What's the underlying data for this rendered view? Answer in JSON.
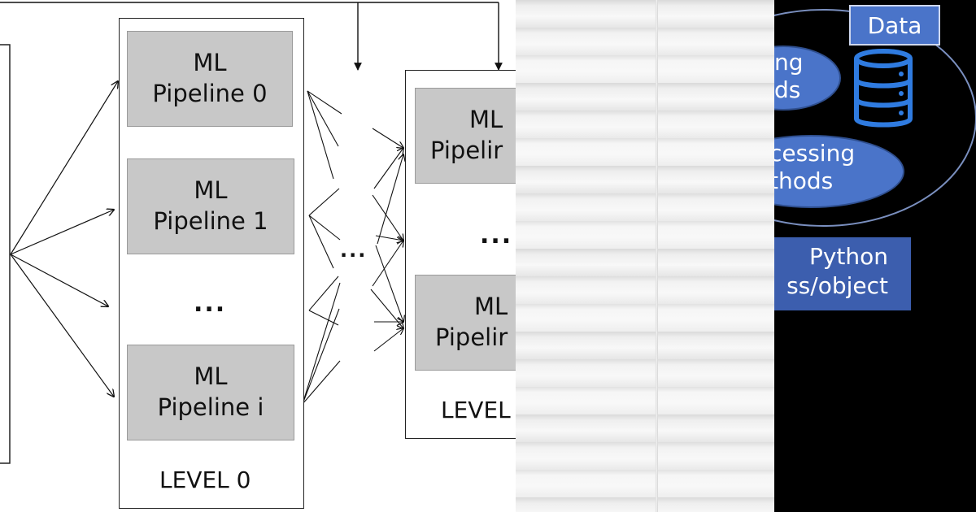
{
  "diagram": {
    "level0": {
      "label": "LEVEL 0",
      "pipelines": [
        "ML\nPipeline 0",
        "ML\nPipeline 1",
        "ML\nPipeline i"
      ],
      "ellipsis": "..."
    },
    "level1": {
      "label": "LEVEL",
      "pipelines": [
        "ML\nPipelir",
        "ML\nPipelir"
      ],
      "ellipsis": "..."
    },
    "between_ellipsis": "..."
  },
  "right_panel": {
    "data_label": "Data",
    "blob1_text": "ng\nds",
    "blob2_text": "cessing\nthods",
    "python_text": "Python\nss/object",
    "colors": {
      "background": "#000000",
      "blob": "#4a74c9",
      "python_box": "#3c5eae"
    },
    "icon": "database-icon"
  },
  "middle_panel": {
    "image": "window-blinds-photo"
  }
}
